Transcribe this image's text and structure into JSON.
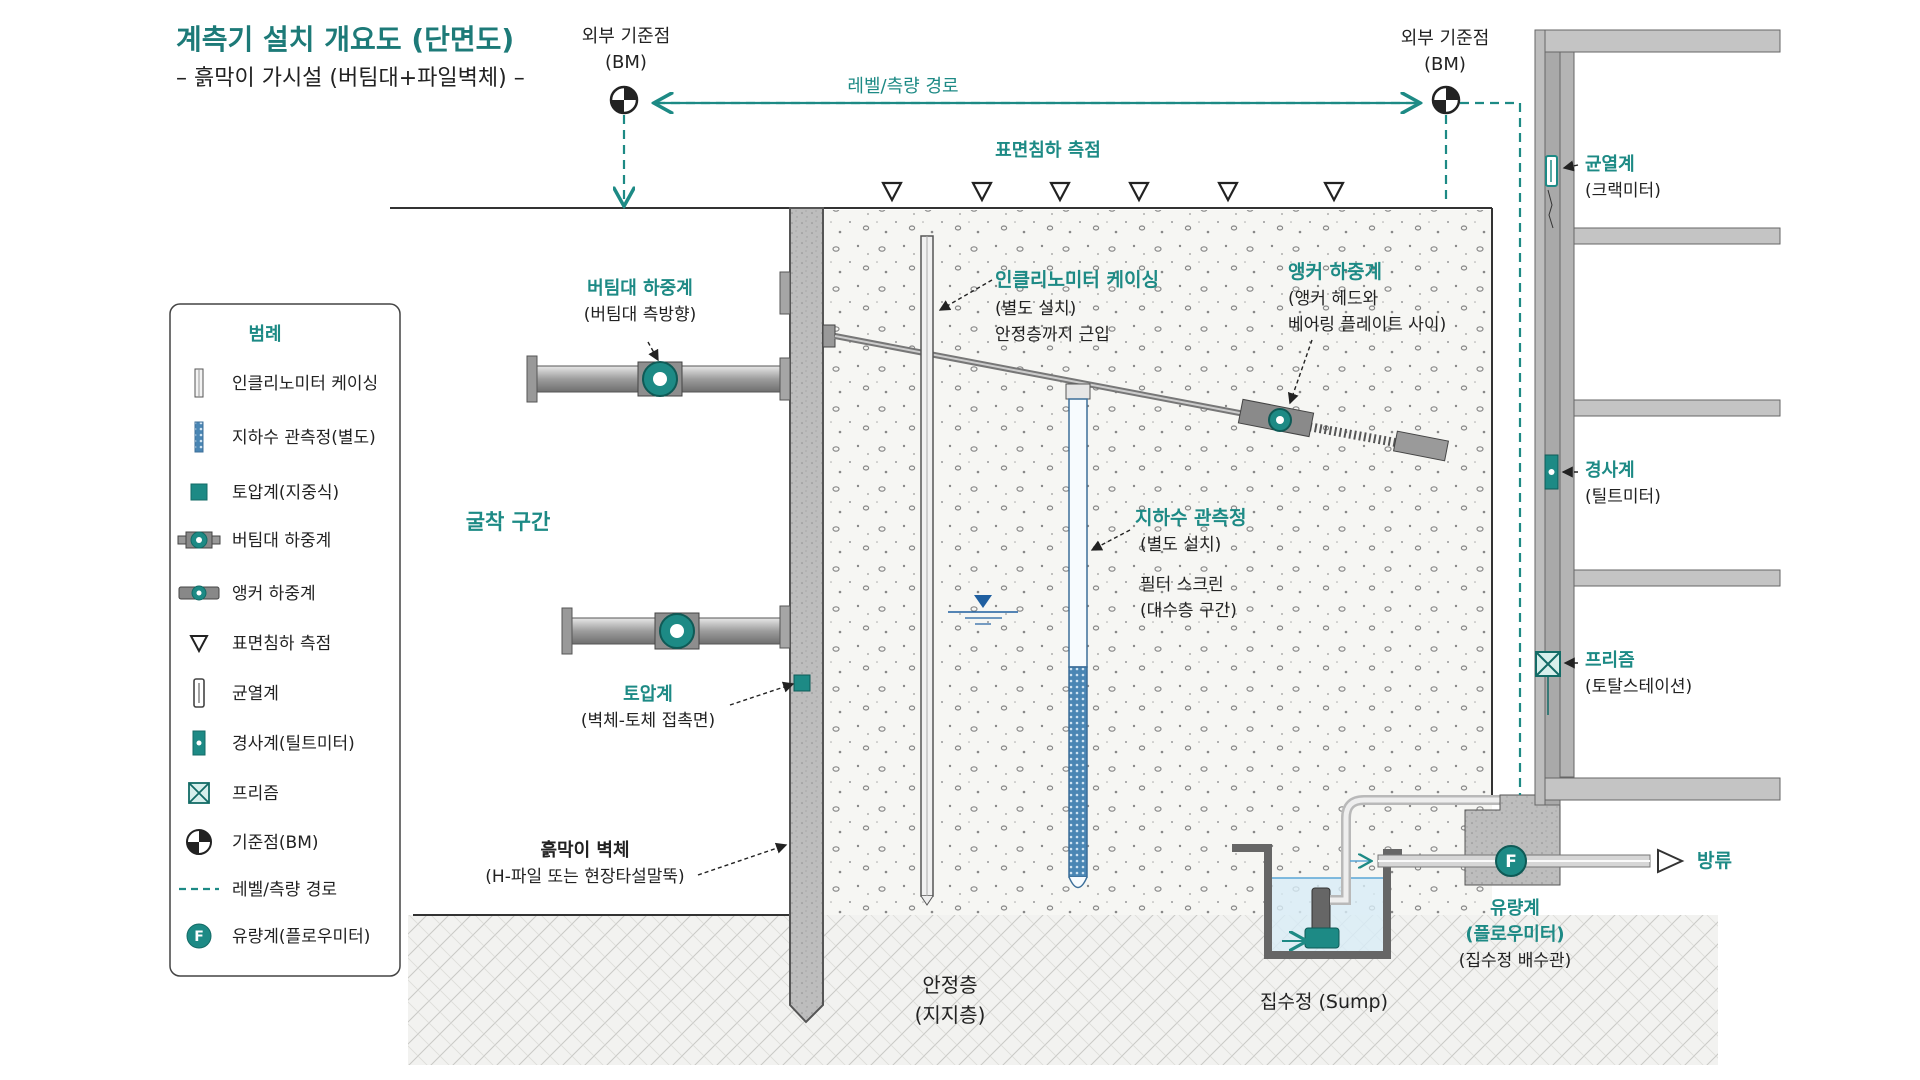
{
  "title": "계측기 설치 개요도 (단면도)",
  "subtitle": "– 흙막이 가시설 (버팀대+파일벽체) –",
  "colors": {
    "teal": "#1d8a85",
    "tealDark": "#136b66",
    "ink": "#222222",
    "steel": "#9a9a9a"
  },
  "bm_left": {
    "line1": "외부 기준점",
    "line2": "(BM)"
  },
  "bm_right": {
    "line1": "외부 기준점",
    "line2": "(BM)"
  },
  "level_path_label": "레벨/측량 경로",
  "surface_settlement_label": "표면침하 측점",
  "strut_load_cell": {
    "title": "버팀대 하중계",
    "sub": "(버팀대 측방향)"
  },
  "inclinometer": {
    "title": "인클리노미터 케이싱",
    "line1": "(별도 설치)",
    "line2": "안정층까지 근입"
  },
  "anchor_load_cell": {
    "title": "앵커 하중계",
    "line1": "(앵커 헤드와",
    "line2": "베어링 플레이트 사이)"
  },
  "crack_gauge": {
    "title": "균열계",
    "sub": "(크랙미터)"
  },
  "tiltmeter": {
    "title": "경사계",
    "sub": "(틸트미터)"
  },
  "prism": {
    "title": "프리즘",
    "sub": "(토탈스테이션)"
  },
  "groundwater": {
    "title": "지하수 관측정",
    "line1": "(별도 설치)",
    "line2": "필터 스크린",
    "line3": "(대수층 구간)"
  },
  "excavation_label": "굴착 구간",
  "earth_pressure": {
    "title": "토압계",
    "sub": "(벽체-토체 접촉면)"
  },
  "retaining_wall": {
    "title": "흙막이 벽체",
    "sub": "(H-파일 또는 현장타설말뚝)"
  },
  "stable_layer": {
    "line1": "안정층",
    "line2": "(지지층)"
  },
  "sump_label": "집수정 (Sump)",
  "discharge_label": "방류",
  "flowmeter": {
    "title": "유량계",
    "line1": "(플로우미터)",
    "line2": "(집수정 배수관)",
    "symbol": "F"
  },
  "legend": {
    "title": "범례",
    "items": [
      {
        "icon": "inclinometer-casing-icon",
        "label": "인클리노미터 케이싱"
      },
      {
        "icon": "groundwater-well-icon",
        "label": "지하수 관측정(별도)"
      },
      {
        "icon": "earth-pressure-cell-icon",
        "label": "토압계(지중식)"
      },
      {
        "icon": "strut-load-cell-icon",
        "label": "버팀대 하중계"
      },
      {
        "icon": "anchor-load-cell-icon",
        "label": "앵커 하중계"
      },
      {
        "icon": "settlement-point-icon",
        "label": "표면침하 측점"
      },
      {
        "icon": "crack-gauge-icon",
        "label": "균열계"
      },
      {
        "icon": "tiltmeter-icon",
        "label": "경사계(틸트미터)"
      },
      {
        "icon": "prism-icon",
        "label": "프리즘"
      },
      {
        "icon": "benchmark-icon",
        "label": "기준점(BM)"
      },
      {
        "icon": "level-path-icon",
        "label": "레벨/측량 경로"
      },
      {
        "icon": "flowmeter-icon",
        "label": "유량계(플로우미터)"
      }
    ]
  }
}
